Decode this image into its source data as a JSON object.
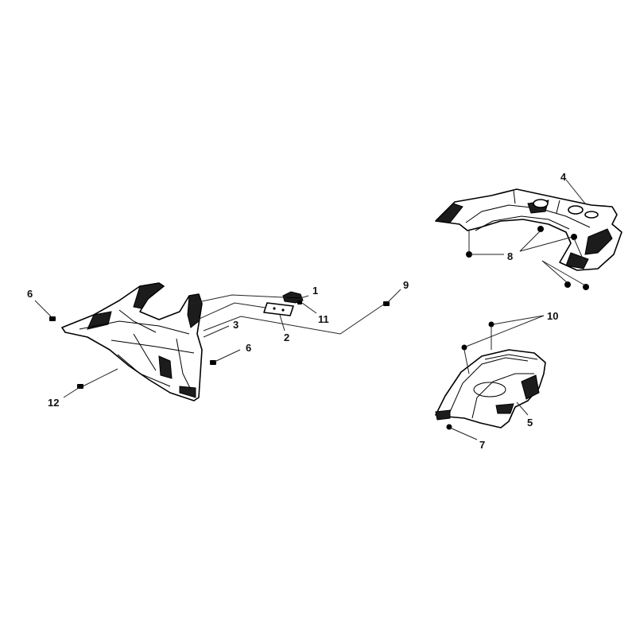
{
  "callouts": {
    "c1": "1",
    "c2": "2",
    "c3": "3",
    "c4": "4",
    "c5": "5",
    "c6a": "6",
    "c6b": "6",
    "c7": "7",
    "c8": "8",
    "c9": "9",
    "c10": "10",
    "c11": "11",
    "c12": "12"
  },
  "parts": [
    "front-cover",
    "license-plate-bracket",
    "reflector",
    "rear-carrier",
    "rear-fender",
    "fastener"
  ]
}
